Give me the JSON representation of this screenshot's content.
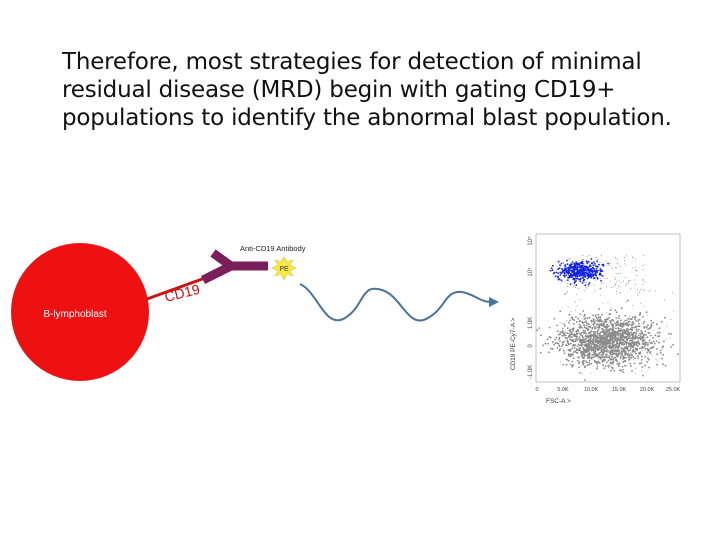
{
  "slide": {
    "body_text": "Therefore, most strategies for detection of minimal residual disease (MRD) begin with gating CD19+ populations to identify the abnormal blast population."
  },
  "diagram": {
    "cell_label": "B-lymphoblast",
    "antigen_label": "CD19",
    "antibody_label": "Anti-CD19 Antibody",
    "fluorochrome_label": "PE",
    "colors": {
      "cell": "#ee1111",
      "antigen_stalk": "#cc1111",
      "antibody": "#7a1f5c",
      "fluorochrome": "#f7e84a",
      "signal_wave": "#4a7396",
      "blast_population": "#1122dd",
      "other_population": "#8a8a8a"
    }
  },
  "flow_plot": {
    "y_axis_label": "CD19 PE-Cy7-A >",
    "x_axis_label": "FSC-A >",
    "y_tick_labels": [
      "10⁵",
      "10⁴",
      "1.0K",
      "0",
      "-1.0K"
    ],
    "x_tick_labels": [
      "0",
      "5.0K",
      "10.0K",
      "15.0K",
      "20.0K",
      "25.0K"
    ]
  }
}
